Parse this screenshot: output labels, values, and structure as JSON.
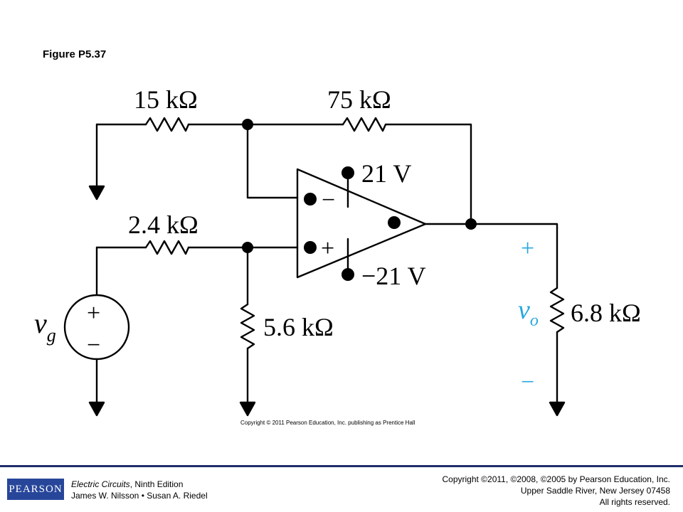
{
  "figure": {
    "title": "Figure P5.37",
    "figure_copyright": "Copyright © 2011 Pearson Education, Inc. publishing as Prentice Hall"
  },
  "circuit": {
    "r_feedback_in": "15 kΩ",
    "r_feedback": "75 kΩ",
    "r_input": "2.4 kΩ",
    "r_bias": "5.6 kΩ",
    "r_load": "6.8 kΩ",
    "supply_positive": "21 V",
    "supply_negative": "−21 V",
    "inverting_sign": "−",
    "noninverting_sign": "+",
    "source_label": "v",
    "source_subscript": "g",
    "source_plus": "+",
    "source_minus": "−",
    "output_label": "v",
    "output_subscript": "o",
    "output_plus": "+",
    "output_minus": "−",
    "accent_color": "#29a8df"
  },
  "footer": {
    "logo_text": "PEARSON",
    "book_title": "Electric Circuits",
    "edition": ", Ninth Edition",
    "authors": "James W. Nilsson • Susan A. Riedel",
    "copyright_line1": "Copyright ©2011, ©2008, ©2005 by Pearson Education, Inc.",
    "copyright_line2": "Upper Saddle River, New Jersey 07458",
    "copyright_line3": "All rights reserved."
  }
}
